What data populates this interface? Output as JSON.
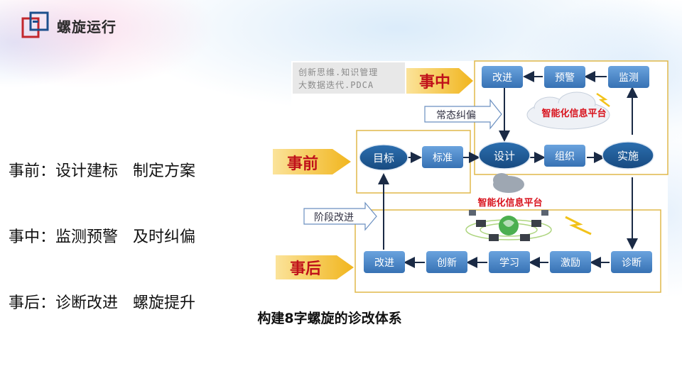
{
  "brand": {
    "title": "螺旋运行"
  },
  "left_lines": [
    "事前：设计建标   制定方案",
    "事中：监测预警   及时纠偏",
    "事后：诊断改进   螺旋提升"
  ],
  "diagram": {
    "banner_line1": "创新思维.知识管理",
    "banner_line2": "大数据迭代.PDCA",
    "phase_before": "事前",
    "phase_during": "事中",
    "phase_after": "事后",
    "arrow_routine": "常态纠偏",
    "arrow_stage": "阶段改进",
    "platform_top": "智能化信息平台",
    "platform_bottom": "智能化信息平台",
    "nodes": {
      "target": "目标",
      "standard": "标准",
      "design": "设计",
      "organize": "组织",
      "implement": "实施",
      "monitor": "监测",
      "warning": "预警",
      "improve_top": "改进",
      "diagnose": "诊断",
      "incentive": "激励",
      "learn": "学习",
      "innovate": "创新",
      "improve_bottom": "改进"
    }
  },
  "caption": "构建8字螺旋的诊改体系",
  "colors": {
    "box_blue": "#4a86c8",
    "ellipse_blue": "#1f5d99",
    "frame_gold": "#e0b84a",
    "phase_arrow": "#f5c432",
    "phase_text": "#c0111a",
    "platform_text": "#d8121c"
  }
}
